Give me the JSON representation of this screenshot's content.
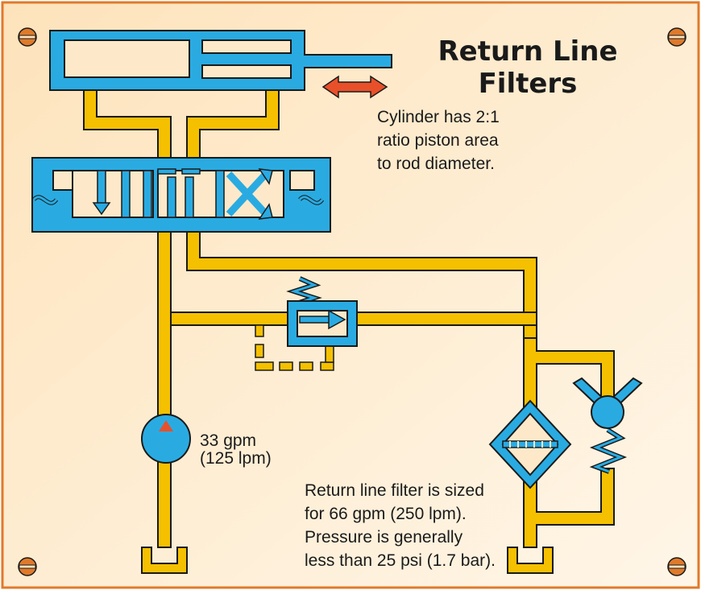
{
  "title": {
    "line1": "Return Line",
    "line2": "Filters"
  },
  "cylinder_note": {
    "lines": [
      "Cylinder has 2:1",
      "ratio piston area",
      "to rod diameter."
    ]
  },
  "pump_note": {
    "lines": [
      "33 gpm",
      "(125 lpm)"
    ]
  },
  "filter_note": {
    "lines": [
      "Return line filter is sized",
      "for 66 gpm (250 lpm).",
      "Pressure is generally",
      "less than 25 psi (1.7 bar)."
    ]
  },
  "colors": {
    "panel_fill": "#fde9c9",
    "panel_border": "#e07a2a",
    "line_yellow": "#f5c000",
    "component_blue": "#29abe2",
    "outline": "#1a1a1a",
    "arrow_red": "#e8502a"
  },
  "icons": [
    "screw-icon",
    "cylinder-symbol",
    "valve-symbol",
    "pump-symbol",
    "relief-valve-symbol",
    "filter-symbol",
    "check-valve-symbol",
    "tank-symbol",
    "motion-arrow-icon"
  ]
}
